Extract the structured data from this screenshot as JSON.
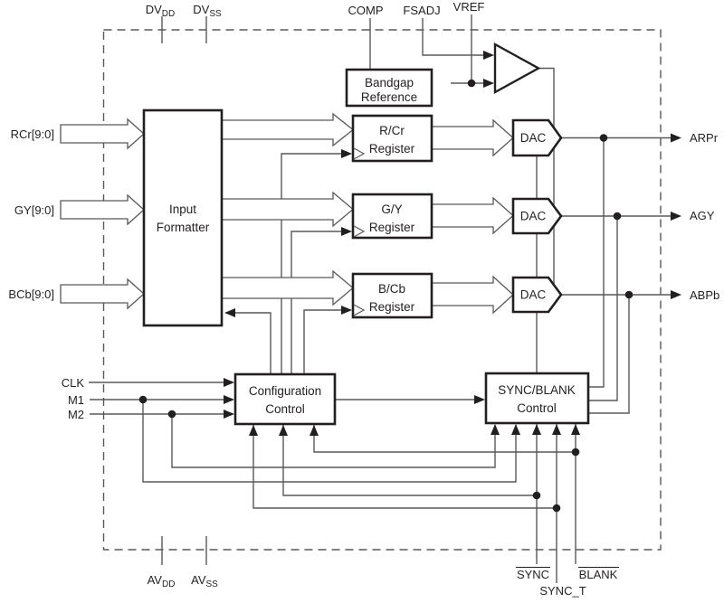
{
  "title": "Video DAC functional block diagram",
  "colors": {
    "line": "#58595b",
    "border": "#231f20",
    "text": "#231f20",
    "bg": "#ffffff"
  },
  "pins": {
    "top": [
      {
        "base": "DV",
        "sub": "DD"
      },
      {
        "base": "DV",
        "sub": "SS"
      },
      {
        "label": "COMP"
      },
      {
        "label": "FSADJ"
      },
      {
        "label": "VREF"
      }
    ],
    "left": [
      {
        "label": "RCr[9:0]"
      },
      {
        "label": "GY[9:0]"
      },
      {
        "label": "BCb[9:0]"
      },
      {
        "label": "CLK"
      },
      {
        "label": "M1"
      },
      {
        "label": "M2"
      }
    ],
    "right": [
      {
        "label": "ARPr"
      },
      {
        "label": "AGY"
      },
      {
        "label": "ABPb"
      }
    ],
    "bottom": [
      {
        "base": "AV",
        "sub": "DD"
      },
      {
        "base": "AV",
        "sub": "SS"
      },
      {
        "label": "SYNC",
        "active_low": true
      },
      {
        "label": "SYNC_T"
      },
      {
        "label": "BLANK",
        "active_low": true
      }
    ]
  },
  "blocks": {
    "input_formatter": {
      "line1": "Input",
      "line2": "Formatter"
    },
    "bandgap_reference": {
      "line1": "Bandgap",
      "line2": "Reference"
    },
    "rcr_register": {
      "line1": "R/Cr",
      "line2": "Register"
    },
    "gy_register": {
      "line1": "G/Y",
      "line2": "Register"
    },
    "bcb_register": {
      "line1": "B/Cb",
      "line2": "Register"
    },
    "configuration_control": {
      "line1": "Configuration",
      "line2": "Control"
    },
    "sync_blank_control": {
      "line1": "SYNC/BLANK",
      "line2": "Control"
    },
    "dac_r": {
      "label": "DAC"
    },
    "dac_g": {
      "label": "DAC"
    },
    "dac_b": {
      "label": "DAC"
    }
  }
}
